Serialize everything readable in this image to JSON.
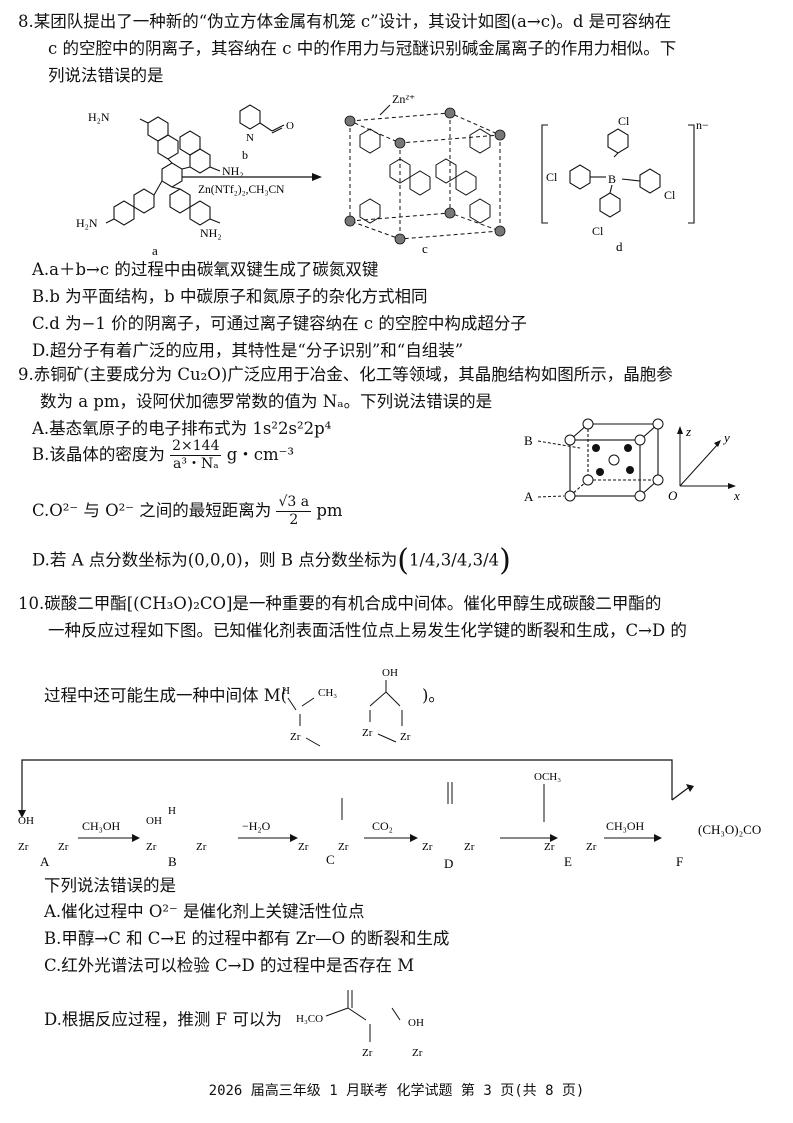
{
  "q8": {
    "stem_line1": "8.某团队提出了一种新的“伪立方体金属有机笼 c”设计，其设计如图(a→c)。d 是可容纳在",
    "stem_line2": "c 的空腔中的阴离子，其容纳在 c 中的作用力与冠醚识别碱金属离子的作用力相似。下",
    "stem_line3": "列说法错误的是",
    "fig": {
      "label_a": "a",
      "label_b": "b",
      "label_c": "c",
      "label_d": "d",
      "nh2": "NH₂",
      "h2n": "H₂N",
      "o": "O",
      "n": "N",
      "arrow_top": "b",
      "arrow_bottom": "Zn(NTf₂)₂,CH₃CN",
      "zn": "Zn²⁺",
      "cl": "Cl",
      "b_atom": "B",
      "charge": "n−"
    },
    "options": [
      "A.a＋b→c 的过程中由碳氧双键生成了碳氮双键",
      "B.b 为平面结构，b 中碳原子和氮原子的杂化方式相同",
      "C.d 为−1 价的阴离子，可通过离子键容纳在 c 的空腔中构成超分子",
      "D.超分子有着广泛的应用，其特性是“分子识别”和“自组装”"
    ]
  },
  "q9": {
    "stem_line1": "9.赤铜矿(主要成分为 Cu₂O)广泛应用于冶金、化工等领域，其晶胞结构如图所示，晶胞参",
    "stem_line2": "数为 a pm，设阿伏加德罗常数的值为 Nₐ。下列说法错误的是",
    "opt_a": "A.基态氧原子的电子排布式为 1s²2s²2p⁴",
    "opt_b_pre": "B.该晶体的密度为",
    "opt_b_num": "2×144",
    "opt_b_den": "a³・Nₐ",
    "opt_b_post": "g・cm⁻³",
    "opt_c_pre": "C.O²⁻ 与 O²⁻ 之间的最短距离为",
    "opt_c_num": "√3 a",
    "opt_c_den": "2",
    "opt_c_post": "pm",
    "opt_d_pre": "D.若 A 点分数坐标为(0,0,0)，则 B 点分数坐标为",
    "coords": [
      "1/4",
      "3/4",
      "3/4"
    ],
    "fig": {
      "b": "B",
      "a": "A",
      "z": "z",
      "y": "y",
      "x": "x",
      "o": "O"
    }
  },
  "q10": {
    "stem_line1": "10.碳酸二甲酯[(CH₃O)₂CO]是一种重要的有机合成中间体。催化甲醇生成碳酸二甲酯的",
    "stem_line2": "一种反应过程如下图。已知催化剂表面活性位点上易发生化学键的断裂和生成，C→D 的",
    "stem_line3": "过程中还可能生成一种中间体 M(",
    "stem_line3_end": ")。",
    "fig": {
      "ch3oh": "CH₃OH",
      "h2o": "−H₂O",
      "co2": "CO₂",
      "product": "(CH₃O)₂CO",
      "A": "A",
      "B": "B",
      "C": "C",
      "D": "D",
      "E": "E",
      "F": "F",
      "zr": "Zr",
      "oh": "OH",
      "och3": "OCH₃",
      "h": "H",
      "h3co": "H₃CO"
    },
    "prompt": "下列说法错误的是",
    "options": [
      "A.催化过程中 O²⁻ 是催化剂上关键活性位点",
      "B.甲醇→C 和 C→E 的过程中都有 Zr—O 的断裂和生成",
      "C.红外光谱法可以检验 C→D 的过程中是否存在 M",
      "D.根据反应过程，推测 F 可以为"
    ]
  },
  "footer": "2026 届高三年级 1 月联考 化学试题 第 3 页(共 8 页)"
}
